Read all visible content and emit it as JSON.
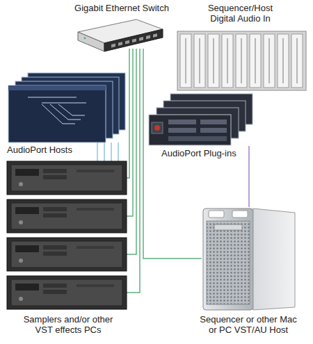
{
  "diagram": {
    "nodes": [
      {
        "text": [
          "Gigabit Ethernet Switch"
        ]
      },
      {
        "text": [
          "Sequencer/Host Digital Audio In"
        ]
      },
      {
        "text": [
          "AudioPort Hosts"
        ]
      },
      {
        "text": [
          "AudioPort Plug-ins"
        ]
      },
      {
        "text": [
          "Samplers and/or other VST effects PCs"
        ]
      },
      {
        "text": [
          "Sequencer or other Mac or PC VST/AU Host"
        ]
      }
    ],
    "edges": [
      {
        "from": 0,
        "to": 4,
        "arrow": "none"
      },
      {
        "from": 0,
        "to": 5,
        "arrow": "none"
      },
      {
        "from": 2,
        "to": 4,
        "arrow": "none"
      },
      {
        "from": 3,
        "to": 5,
        "arrow": "none"
      }
    ]
  }
}
